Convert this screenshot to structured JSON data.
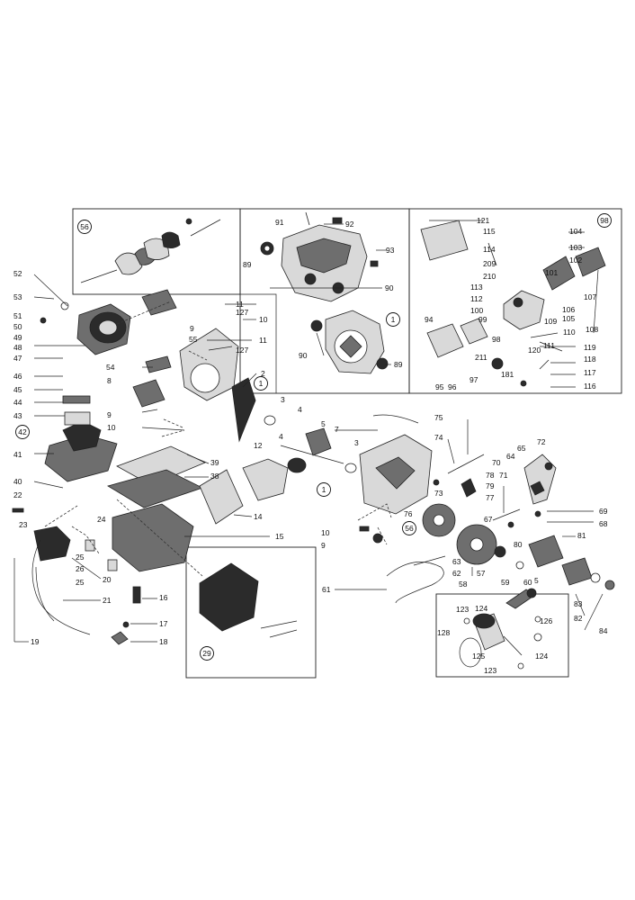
{
  "callouts": [
    {
      "id": "c01",
      "text": "52"
    },
    {
      "id": "c02",
      "text": "53"
    },
    {
      "id": "c03",
      "text": "51"
    },
    {
      "id": "c04",
      "text": "50"
    },
    {
      "id": "c05",
      "text": "49"
    },
    {
      "id": "c06",
      "text": "48"
    },
    {
      "id": "c07",
      "text": "47"
    },
    {
      "id": "c08",
      "text": "46"
    },
    {
      "id": "c09",
      "text": "45"
    },
    {
      "id": "c10",
      "text": "44"
    },
    {
      "id": "c11",
      "text": "43"
    },
    {
      "id": "c12",
      "text": "41"
    },
    {
      "id": "c13",
      "text": "40"
    },
    {
      "id": "c14",
      "text": "22"
    },
    {
      "id": "c15",
      "text": "23"
    },
    {
      "id": "c16",
      "text": "24"
    },
    {
      "id": "c17",
      "text": "25"
    },
    {
      "id": "c18",
      "text": "26"
    },
    {
      "id": "c19",
      "text": "25"
    },
    {
      "id": "c20",
      "text": "20"
    },
    {
      "id": "c21",
      "text": "21"
    },
    {
      "id": "c22",
      "text": "19"
    },
    {
      "id": "c23",
      "text": "11"
    },
    {
      "id": "c24",
      "text": "127"
    },
    {
      "id": "c25",
      "text": "10"
    },
    {
      "id": "c26",
      "text": "9"
    },
    {
      "id": "c27",
      "text": "55"
    },
    {
      "id": "c28",
      "text": "11"
    },
    {
      "id": "c29",
      "text": "127"
    },
    {
      "id": "c30",
      "text": "54"
    },
    {
      "id": "c31",
      "text": "2"
    },
    {
      "id": "c32",
      "text": "8"
    },
    {
      "id": "c33",
      "text": "9"
    },
    {
      "id": "c34",
      "text": "10"
    },
    {
      "id": "c35",
      "text": "39"
    },
    {
      "id": "c36",
      "text": "38"
    },
    {
      "id": "c37",
      "text": "14"
    },
    {
      "id": "c38",
      "text": "15"
    },
    {
      "id": "c39",
      "text": "16"
    },
    {
      "id": "c40",
      "text": "17"
    },
    {
      "id": "c41",
      "text": "18"
    },
    {
      "id": "c42",
      "text": "91"
    },
    {
      "id": "c43",
      "text": "92"
    },
    {
      "id": "c44",
      "text": "93"
    },
    {
      "id": "c45",
      "text": "89"
    },
    {
      "id": "c46",
      "text": "90"
    },
    {
      "id": "c47",
      "text": "90"
    },
    {
      "id": "c48",
      "text": "89"
    },
    {
      "id": "c49",
      "text": "3"
    },
    {
      "id": "c50",
      "text": "4"
    },
    {
      "id": "c51",
      "text": "5"
    },
    {
      "id": "c52",
      "text": "7"
    },
    {
      "id": "c53",
      "text": "4"
    },
    {
      "id": "c54",
      "text": "12"
    },
    {
      "id": "c55",
      "text": "3"
    },
    {
      "id": "c56",
      "text": "10"
    },
    {
      "id": "c57",
      "text": "9"
    },
    {
      "id": "c58",
      "text": "121"
    },
    {
      "id": "c59",
      "text": "115"
    },
    {
      "id": "c60",
      "text": "114"
    },
    {
      "id": "c61",
      "text": "209"
    },
    {
      "id": "c62",
      "text": "210"
    },
    {
      "id": "c63",
      "text": "113"
    },
    {
      "id": "c64",
      "text": "112"
    },
    {
      "id": "c65",
      "text": "100"
    },
    {
      "id": "c66",
      "text": "99"
    },
    {
      "id": "c67",
      "text": "98"
    },
    {
      "id": "c68",
      "text": "94"
    },
    {
      "id": "c69",
      "text": "95"
    },
    {
      "id": "c70",
      "text": "96"
    },
    {
      "id": "c71",
      "text": "97"
    },
    {
      "id": "c72",
      "text": "211"
    },
    {
      "id": "c73",
      "text": "181"
    },
    {
      "id": "c74",
      "text": "104"
    },
    {
      "id": "c75",
      "text": "103"
    },
    {
      "id": "c76",
      "text": "102"
    },
    {
      "id": "c77",
      "text": "101"
    },
    {
      "id": "c78",
      "text": "107"
    },
    {
      "id": "c79",
      "text": "106"
    },
    {
      "id": "c80",
      "text": "105"
    },
    {
      "id": "c81",
      "text": "108"
    },
    {
      "id": "c82",
      "text": "109"
    },
    {
      "id": "c83",
      "text": "110"
    },
    {
      "id": "c84",
      "text": "111"
    },
    {
      "id": "c85",
      "text": "120"
    },
    {
      "id": "c86",
      "text": "119"
    },
    {
      "id": "c87",
      "text": "118"
    },
    {
      "id": "c88",
      "text": "117"
    },
    {
      "id": "c89",
      "text": "116"
    },
    {
      "id": "c90",
      "text": "75"
    },
    {
      "id": "c91",
      "text": "74"
    },
    {
      "id": "c92",
      "text": "65"
    },
    {
      "id": "c93",
      "text": "72"
    },
    {
      "id": "c94",
      "text": "64"
    },
    {
      "id": "c95",
      "text": "70"
    },
    {
      "id": "c96",
      "text": "71"
    },
    {
      "id": "c97",
      "text": "78"
    },
    {
      "id": "c98",
      "text": "79"
    },
    {
      "id": "c99",
      "text": "77"
    },
    {
      "id": "c100",
      "text": "73"
    },
    {
      "id": "c101",
      "text": "76"
    },
    {
      "id": "c102",
      "text": "69"
    },
    {
      "id": "c103",
      "text": "68"
    },
    {
      "id": "c104",
      "text": "67"
    },
    {
      "id": "c105",
      "text": "80"
    },
    {
      "id": "c106",
      "text": "81"
    },
    {
      "id": "c107",
      "text": "63"
    },
    {
      "id": "c108",
      "text": "62"
    },
    {
      "id": "c109",
      "text": "61"
    },
    {
      "id": "c110",
      "text": "57"
    },
    {
      "id": "c111",
      "text": "58"
    },
    {
      "id": "c112",
      "text": "59"
    },
    {
      "id": "c113",
      "text": "60"
    },
    {
      "id": "c114",
      "text": "83"
    },
    {
      "id": "c115",
      "text": "82"
    },
    {
      "id": "c116",
      "text": "84"
    },
    {
      "id": "c117",
      "text": "5"
    },
    {
      "id": "c118",
      "text": "123"
    },
    {
      "id": "c119",
      "text": "124"
    },
    {
      "id": "c120",
      "text": "126"
    },
    {
      "id": "c121",
      "text": "128"
    },
    {
      "id": "c122",
      "text": "124"
    },
    {
      "id": "c123",
      "text": "125"
    },
    {
      "id": "c124",
      "text": "123"
    }
  ],
  "circled": [
    {
      "id": "k1",
      "text": "56"
    },
    {
      "id": "k2",
      "text": "98"
    },
    {
      "id": "k3",
      "text": "1"
    },
    {
      "id": "k4",
      "text": "1"
    },
    {
      "id": "k5",
      "text": "42"
    },
    {
      "id": "k6",
      "text": "1"
    },
    {
      "id": "k7",
      "text": "56"
    },
    {
      "id": "k8",
      "text": "29"
    }
  ]
}
